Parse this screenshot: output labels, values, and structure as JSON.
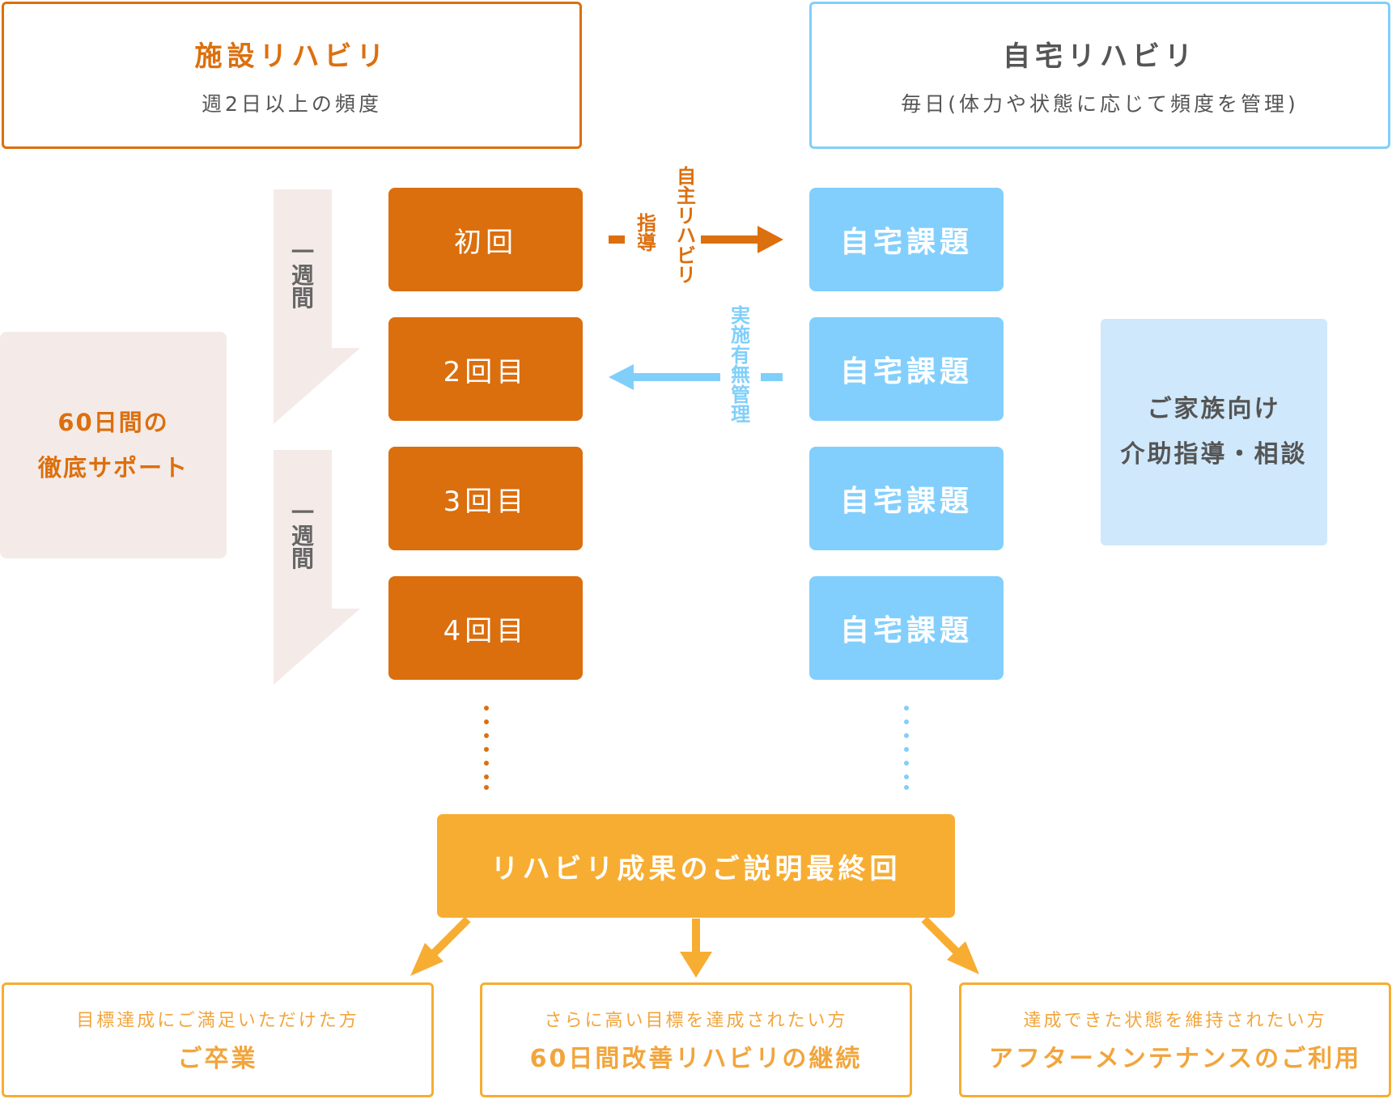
{
  "facility": {
    "title": "施設リハビリ",
    "subtitle": "週2日以上の頻度",
    "color": "#dc6f0e"
  },
  "home": {
    "title": "自宅リハビリ",
    "subtitle": "毎日(体力や状態に応じて頻度を管理)",
    "color": "#80cffb"
  },
  "support": {
    "line1": "60日間の",
    "line2": "徹底サポート"
  },
  "week_labels": [
    [
      "一",
      "週",
      "間"
    ],
    [
      "一",
      "週",
      "間"
    ]
  ],
  "sessions": [
    "初回",
    "2回目",
    "3回目",
    "4回目"
  ],
  "home_tasks": [
    "自宅課題",
    "自宅課題",
    "自宅課題",
    "自宅課題"
  ],
  "guidance_label": {
    "col1": [
      "指",
      "導"
    ],
    "col2": [
      "自",
      "主",
      "リ",
      "ハ",
      "ビ",
      "リ"
    ]
  },
  "management_label": [
    "実",
    "施",
    "有",
    "無",
    "管",
    "理"
  ],
  "family": {
    "line1": "ご家族向け",
    "line2": "介助指導・相談"
  },
  "final_session": "リハビリ成果のご説明最終回",
  "outcomes": [
    {
      "sub": "目標達成にご満足いただけた方",
      "main": "ご卒業"
    },
    {
      "sub": "さらに高い目標を達成されたい方",
      "main": "60日間改善リハビリの継続"
    },
    {
      "sub": "達成できた状態を維持されたい方",
      "main": "アフターメンテナンスのご利用"
    }
  ]
}
